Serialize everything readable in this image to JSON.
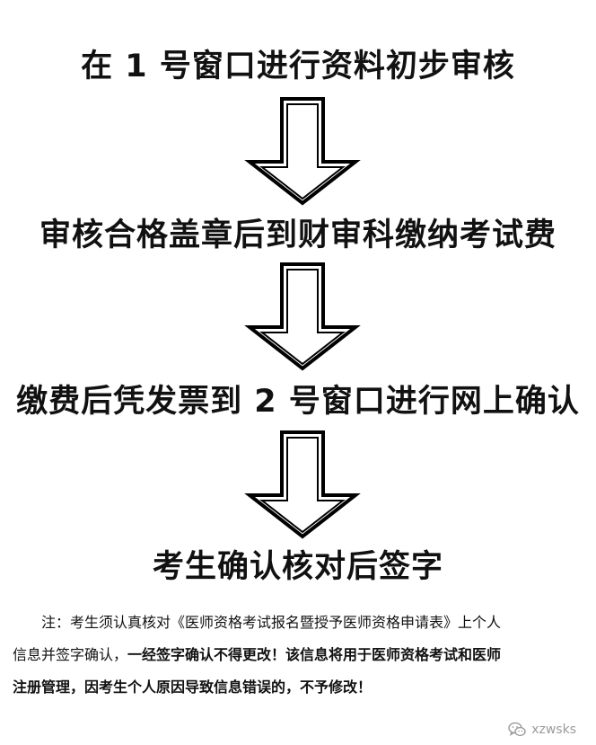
{
  "steps": [
    {
      "text": "在 1 号窗口进行资料初步审核"
    },
    {
      "text": "审核合格盖章后到财审科缴纳考试费"
    },
    {
      "text": "缴费后凭发票到 2 号窗口进行网上确认"
    },
    {
      "text": "考生确认核对后签字"
    }
  ],
  "note": {
    "line1": "注：考生须认真核对《医师资格考试报名暨授予医师资格申请表》上个人",
    "line2_plain": "信息并签字确认，",
    "line2_bold": "一经签字确认不得更改！该信息将用于医师资格考试和医师",
    "line3_bold": "注册管理，因考生个人原因导致信息错误的，不予修改！"
  },
  "watermark": {
    "icon": "wechat-icon",
    "text": "xzwsks"
  }
}
